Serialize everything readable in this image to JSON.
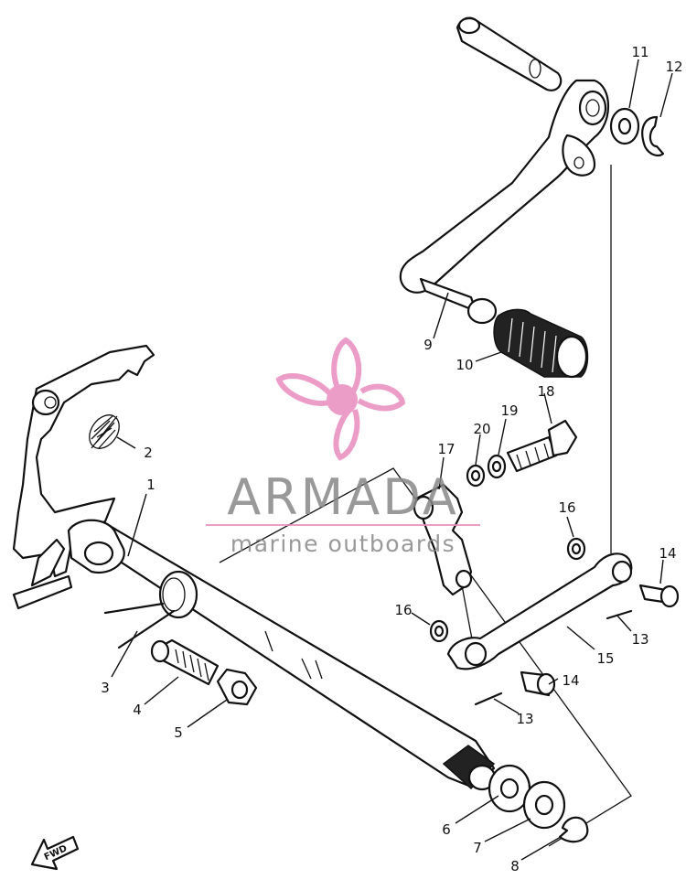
{
  "watermark": {
    "brand": "ARMADA",
    "tagline": "marine outboards",
    "color": "#e88cbf",
    "text_color": "#888888"
  },
  "fwd_label": "FWD",
  "callouts": [
    "1",
    "2",
    "3",
    "4",
    "5",
    "6",
    "7",
    "8",
    "9",
    "10",
    "11",
    "12",
    "13",
    "13",
    "14",
    "14",
    "15",
    "16",
    "16",
    "17",
    "18",
    "19",
    "20"
  ]
}
